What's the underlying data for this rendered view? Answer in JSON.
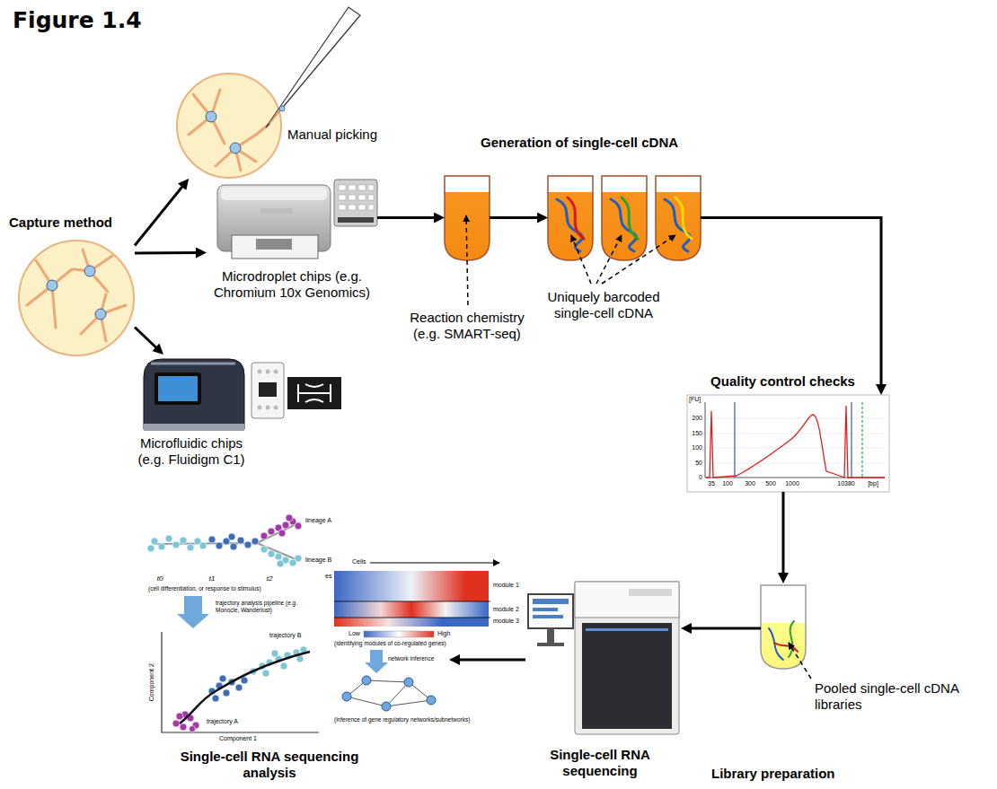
{
  "diagram": {
    "title": "Figure 1.4",
    "nodes": [
      {
        "text": [
          "Capture method"
        ]
      },
      {
        "text": [
          "Manual picking"
        ]
      },
      {
        "text": [
          "Microdroplet chips (e.g. Chromium 10x Genomics)"
        ]
      },
      {
        "text": [
          "Microfluidic chips (e.g. Fluidigm C1)"
        ]
      },
      {
        "text": [
          "Reaction chemistry (e.g. SMART-seq)"
        ]
      },
      {
        "text": [
          "Uniquely barcoded single-cell cDNA"
        ]
      },
      {
        "text": [
          "Quality control checks"
        ]
      },
      {
        "text": [
          "Pooled single-cell cDNA libraries",
          "Library preparation"
        ]
      },
      {
        "text": [
          "Single-cell RNA sequencing"
        ]
      },
      {
        "text": [
          "Single-cell RNA sequencing analysis"
        ]
      }
    ],
    "edges": [
      {
        "from": 0,
        "to": 1,
        "arrow": "to"
      },
      {
        "from": 0,
        "to": 2,
        "arrow": "to"
      },
      {
        "from": 0,
        "to": 3,
        "arrow": "to"
      },
      {
        "from": 2,
        "to": 4,
        "arrow": "to"
      },
      {
        "from": 4,
        "to": 5,
        "arrow": "to"
      },
      {
        "from": 5,
        "to": 6,
        "arrow": "to"
      },
      {
        "from": 6,
        "to": 7,
        "arrow": "to"
      },
      {
        "from": 7,
        "to": 8,
        "arrow": "to"
      },
      {
        "from": 8,
        "to": 9,
        "arrow": "to"
      }
    ],
    "labels": [
      "Generation of single-cell cDNA",
      "[FU]",
      "200",
      "150",
      "100",
      "50",
      "0",
      "35",
      "100",
      "300",
      "500",
      "1000",
      "10380",
      "[bp]",
      "lineage A",
      "lineage B",
      "t0",
      "t1",
      "t2",
      "(cell differentiation, or response to stimulus)",
      "trajectory analysis pipeline (e.g. Monocle, Wanderlust)",
      "trajectory B",
      "trajectory A",
      "Component 2",
      "Component 1",
      "Cells",
      "es",
      "module 1",
      "module 2",
      "module 3",
      "Low",
      "High",
      "(identifying modules of co-regulated genes)",
      "network inference",
      "(inference of gene regulatory networks/subnetworks)"
    ]
  }
}
